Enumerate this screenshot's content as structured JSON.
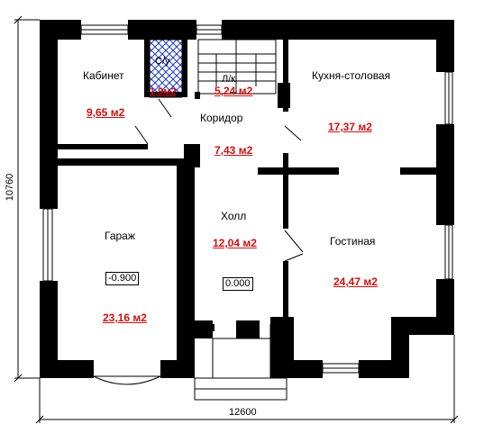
{
  "dimensions": {
    "overall_width": "12600",
    "overall_depth": "10760"
  },
  "rooms": {
    "study": {
      "name": "Кабинет",
      "area": "9,65 м2"
    },
    "wc": {
      "name": "С/у",
      "area": "1,9м2"
    },
    "stair": {
      "name": "Л/к",
      "area": "5,24 м2"
    },
    "kitchen": {
      "name": "Кухня-столовая",
      "area": "17,37 м2"
    },
    "corridor": {
      "name": "Коридор",
      "area": "7,43 м2"
    },
    "garage": {
      "name": "Гараж",
      "area": "23,16 м2",
      "level": "-0.900"
    },
    "hall": {
      "name": "Холл",
      "area": "12,04 м2",
      "level": "0.000"
    },
    "living": {
      "name": "Гостиная",
      "area": "24,47 м2"
    }
  },
  "colors": {
    "wall": "#000000",
    "area_text": "#d01010",
    "dimension_line": "#000000",
    "hatch": "#1a3cc9"
  }
}
